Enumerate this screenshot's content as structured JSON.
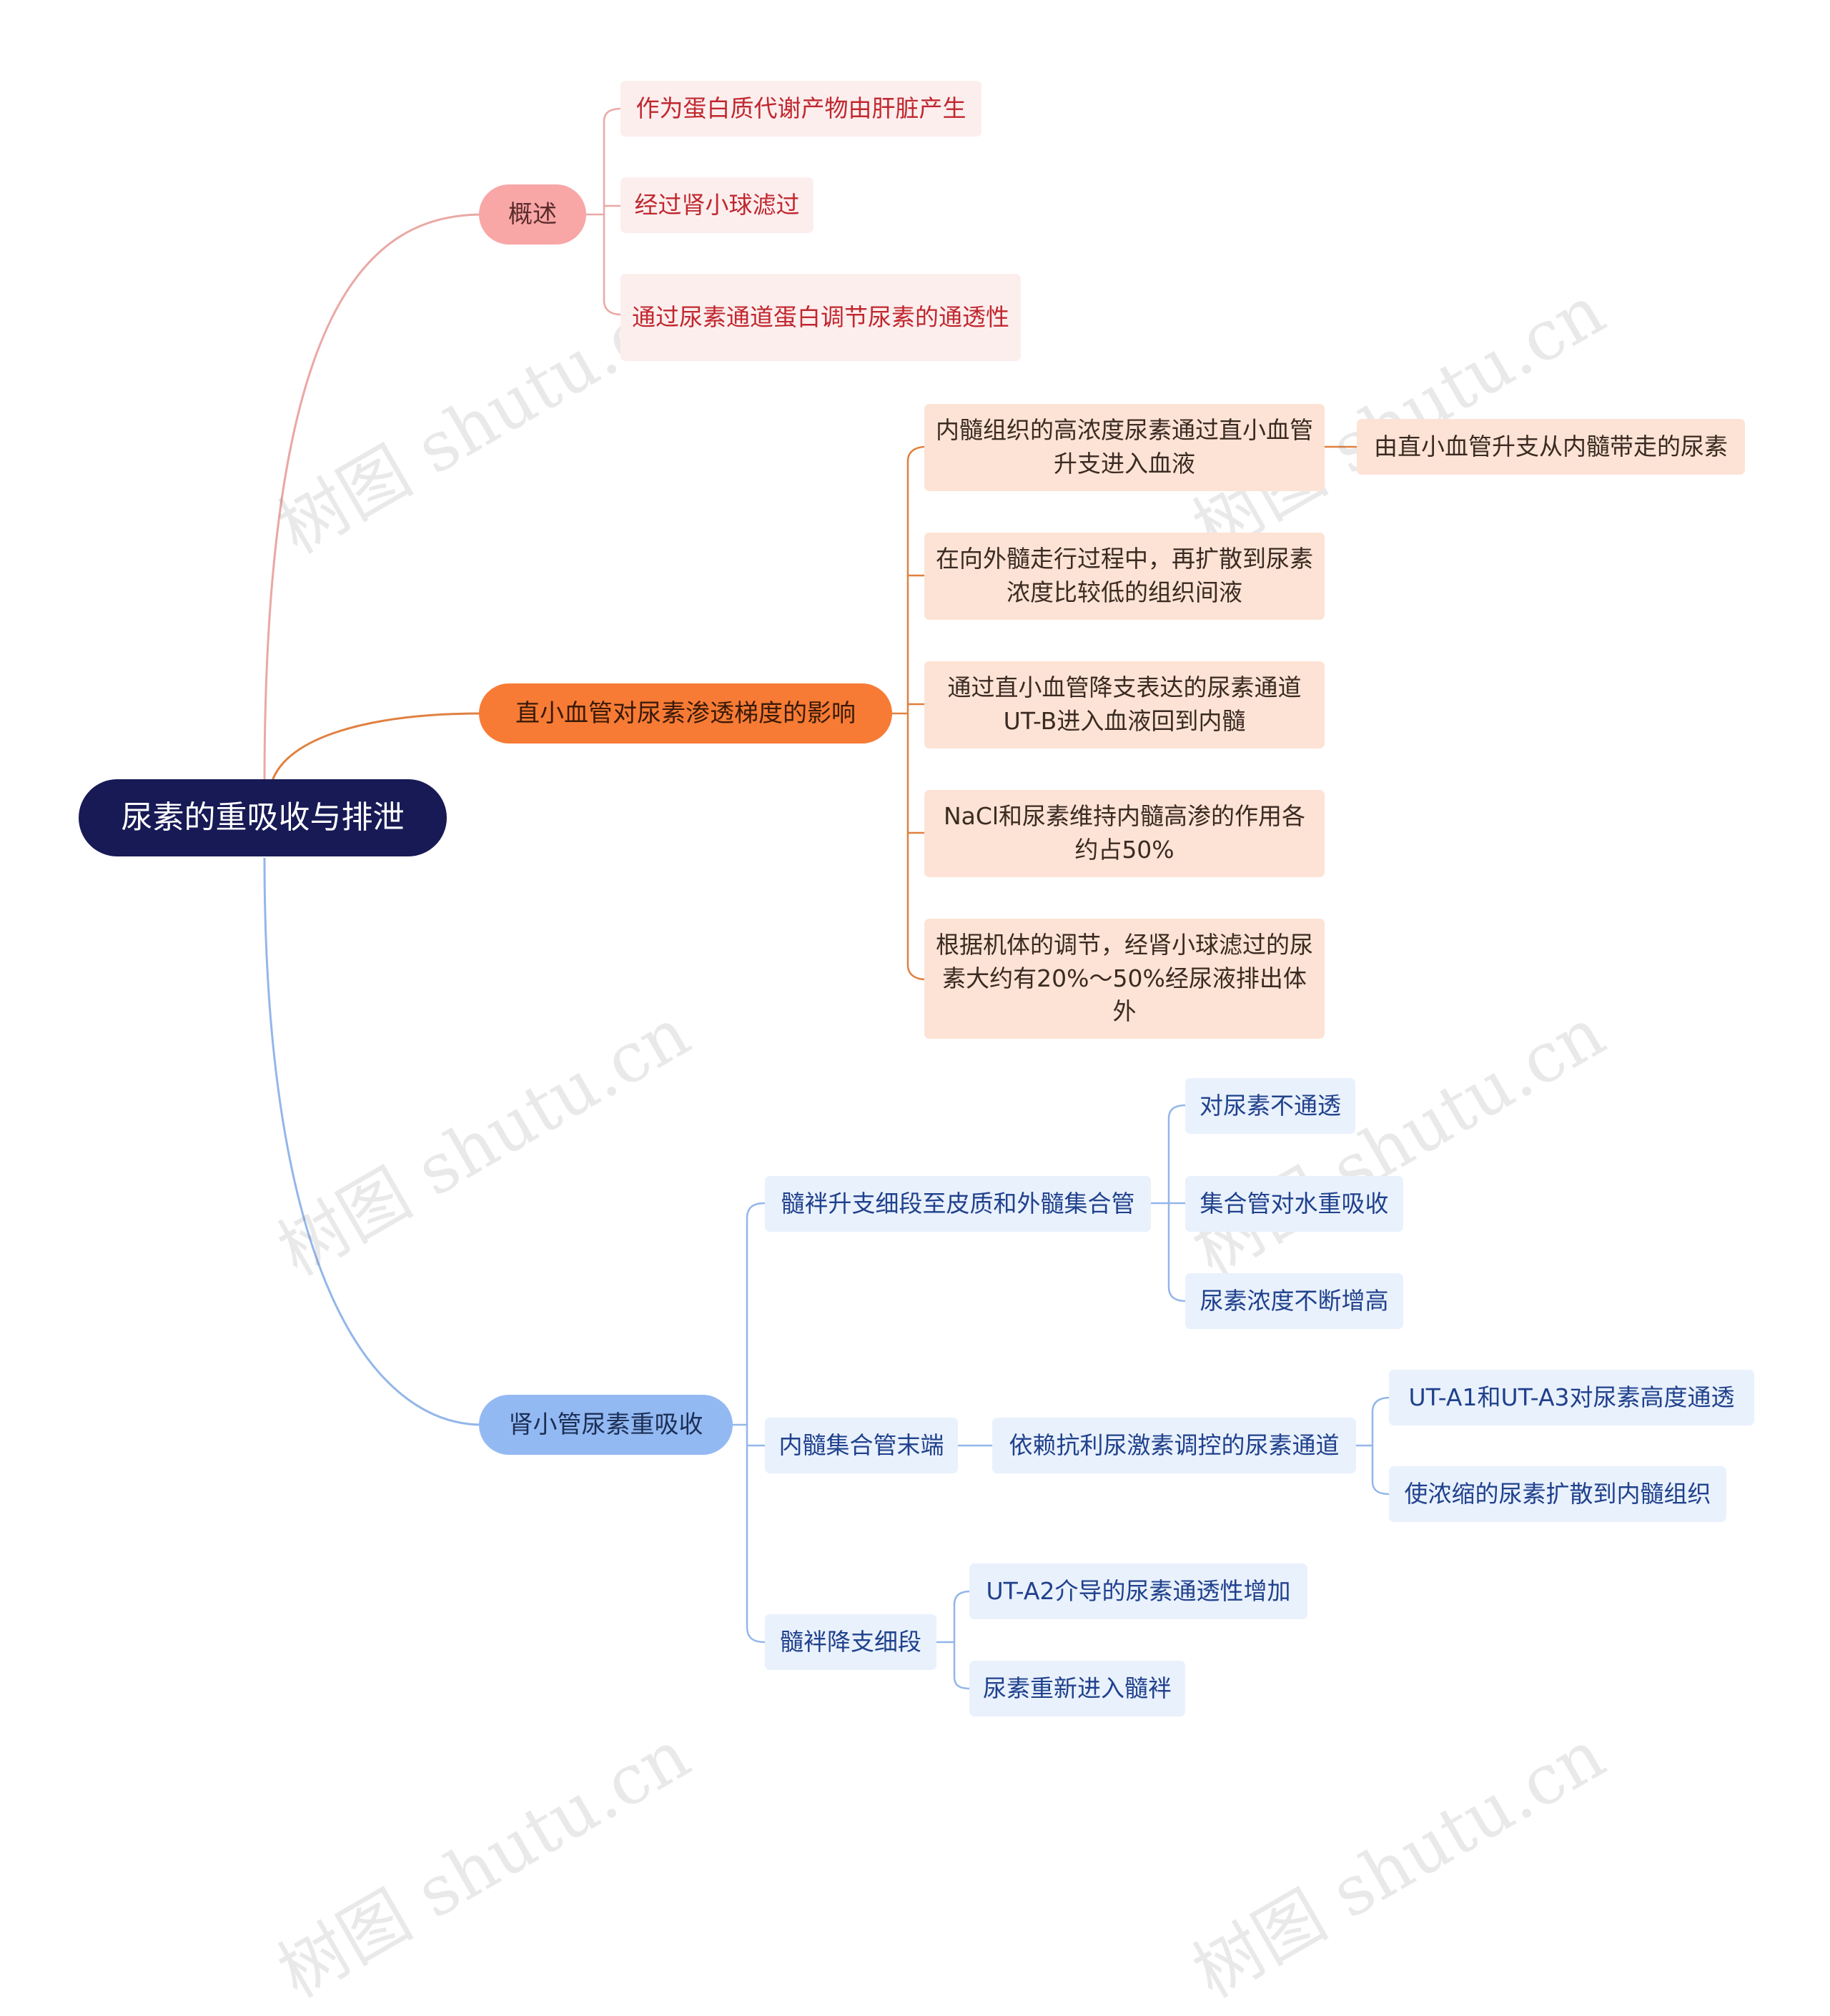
{
  "root": {
    "label": "尿素的重吸收与排泄"
  },
  "branches": [
    {
      "label": "概述",
      "children": [
        {
          "label": "作为蛋白质代谢产物由肝脏产生"
        },
        {
          "label": "经过肾小球滤过"
        },
        {
          "label": "通过尿素通道蛋白调节尿素的通透性"
        }
      ]
    },
    {
      "label": "直小血管对尿素渗透梯度的影响",
      "children": [
        {
          "label": "内髓组织的高浓度尿素通过直小血管升支进入血液",
          "children": [
            {
              "label": "由直小血管升支从内髓带走的尿素"
            }
          ]
        },
        {
          "label": "在向外髓走行过程中，再扩散到尿素浓度比较低的组织间液"
        },
        {
          "label": "通过直小血管降支表达的尿素通道UT-B进入血液回到内髓"
        },
        {
          "label": "NaCl和尿素维持内髓高渗的作用各约占50%"
        },
        {
          "label": "根据机体的调节，经肾小球滤过的尿素大约有20%～50%经尿液排出体外"
        }
      ]
    },
    {
      "label": "肾小管尿素重吸收",
      "children": [
        {
          "label": "髓袢升支细段至皮质和外髓集合管",
          "children": [
            {
              "label": "对尿素不通透"
            },
            {
              "label": "集合管对水重吸收"
            },
            {
              "label": "尿素浓度不断增高"
            }
          ]
        },
        {
          "label": "内髓集合管末端",
          "children": [
            {
              "label": "依赖抗利尿激素调控的尿素通道",
              "children": [
                {
                  "label": "UT-A1和UT-A3对尿素高度通透"
                },
                {
                  "label": "使浓缩的尿素扩散到内髓组织"
                }
              ]
            }
          ]
        },
        {
          "label": "髓袢降支细段",
          "children": [
            {
              "label": "UT-A2介导的尿素通透性增加"
            },
            {
              "label": "尿素重新进入髓袢"
            }
          ]
        }
      ]
    }
  ],
  "watermark": "树图 shutu.cn",
  "colors": {
    "red": "#e8a3a0",
    "orange": "#e0803f",
    "blue": "#93b6ea"
  }
}
